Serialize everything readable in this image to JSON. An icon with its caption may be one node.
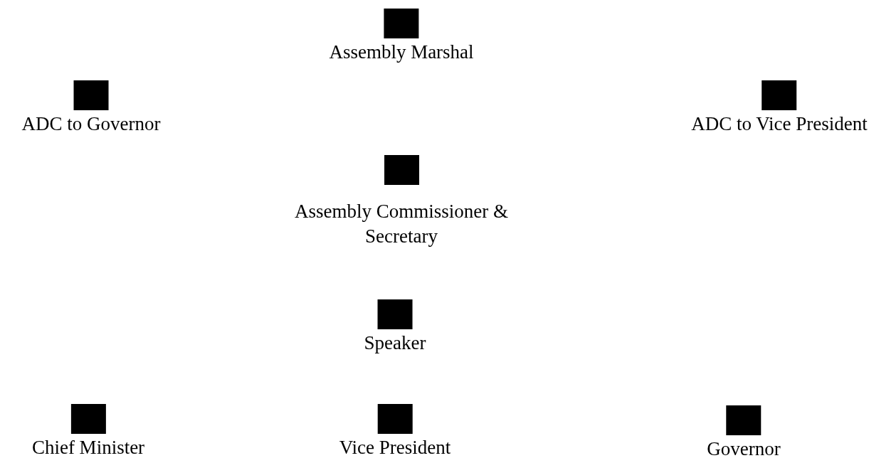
{
  "diagram": {
    "nodes": [
      {
        "text": [
          "Assembly Marshal"
        ]
      },
      {
        "text": [
          "ADC to Governor"
        ]
      },
      {
        "text": [
          "ADC to Vice President"
        ]
      },
      {
        "text": [
          "Assembly Commissioner & Secretary"
        ]
      },
      {
        "text": [
          "Speaker"
        ]
      },
      {
        "text": [
          "Chief Minister"
        ]
      },
      {
        "text": [
          "Vice President"
        ]
      },
      {
        "text": [
          "Governor"
        ]
      }
    ]
  }
}
